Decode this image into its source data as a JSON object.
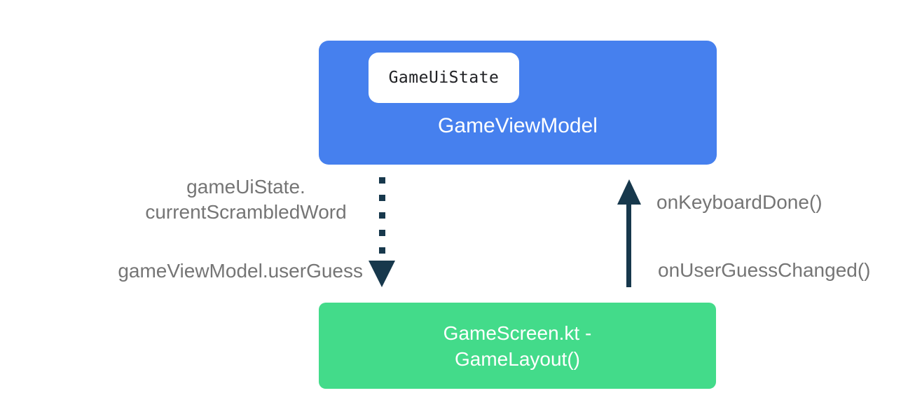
{
  "colors": {
    "viewmodel_blue": "#4680EE",
    "screen_green": "#43DB8A",
    "arrow_navy": "#17384C",
    "label_gray": "#757575"
  },
  "boxes": {
    "viewmodel": {
      "title": "GameViewModel",
      "chip": "GameUiState"
    },
    "screen": {
      "title_line1": "GameScreen.kt -",
      "title_line2": "GameLayout()"
    }
  },
  "arrows": {
    "down": {
      "style": "dotted",
      "direction": "viewmodel-to-screen",
      "label_line1": "gameUiState.",
      "label_line2": "currentScrambledWord",
      "label_bottom": "gameViewModel.userGuess"
    },
    "up": {
      "style": "solid",
      "direction": "screen-to-viewmodel",
      "label_top": "onKeyboardDone()",
      "label_bottom": "onUserGuessChanged()"
    }
  }
}
